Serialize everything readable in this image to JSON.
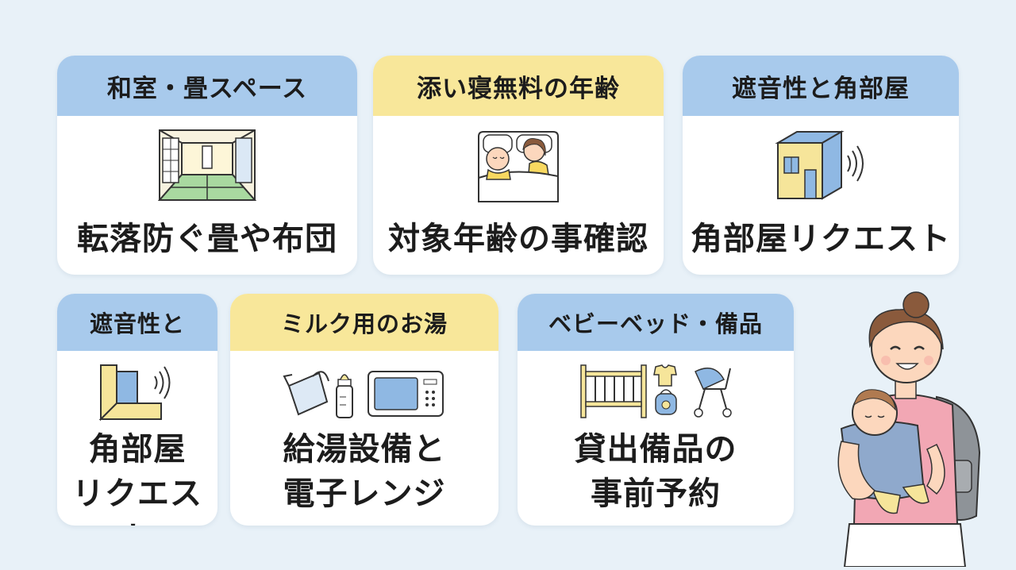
{
  "cards": [
    {
      "header": "和室・畳スペース",
      "body_lines": [
        "転落防ぐ畳や布団"
      ],
      "illustration": "tatami-room-icon",
      "header_color": "#a8caec"
    },
    {
      "header": "添い寝無料の年齢",
      "body_lines": [
        "対象年齢の事確認"
      ],
      "illustration": "co-sleeping-icon",
      "header_color": "#f8e79a"
    },
    {
      "header": "遮音性と角部屋",
      "body_lines": [
        "角部屋リクエスト"
      ],
      "illustration": "corner-room-house-icon",
      "header_color": "#a8caec"
    },
    {
      "header": "遮音性と",
      "body_lines": [
        "角部屋",
        "リクエスト"
      ],
      "illustration": "soundproof-wall-icon",
      "header_color": "#a8caec"
    },
    {
      "header": "ミルク用のお湯",
      "body_lines": [
        "給湯設備と",
        "電子レンジ"
      ],
      "illustration": "kettle-bottle-microwave-icon",
      "header_color": "#f8e79a"
    },
    {
      "header": "ベビーベッド・備品",
      "body_lines": [
        "貸出備品の",
        "事前予約"
      ],
      "illustration": "crib-baby-items-icon",
      "header_color": "#a8caec"
    }
  ],
  "character": "mother-with-baby-carrier-icon"
}
